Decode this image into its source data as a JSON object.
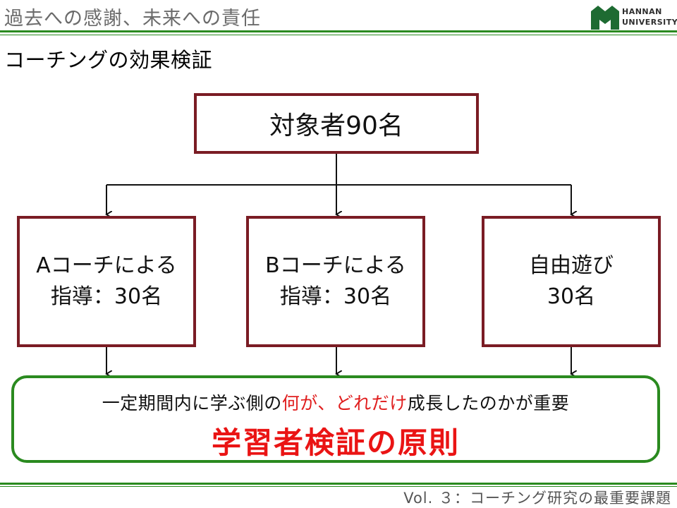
{
  "header": {
    "title": "過去への感謝、未来への責任"
  },
  "logo": {
    "line1": "HANNAN",
    "line2": "UNIVERSITY",
    "color": "#1e6b32"
  },
  "section": {
    "title": "コーチングの効果検証"
  },
  "diagram": {
    "top_box": "対象者90名",
    "box_a": {
      "line1": "Aコーチによる",
      "line2": "指導：30名"
    },
    "box_b": {
      "line1": "Bコーチによる",
      "line2": "指導：30名"
    },
    "box_c": {
      "line1": "自由遊び",
      "line2": "30名"
    }
  },
  "conclusion": {
    "line1_pre": "一定期間内に学ぶ側の",
    "line1_red1": "何が",
    "line1_sep": "、",
    "line1_red2": "どれだけ",
    "line1_post": "成長したのかが重要",
    "line2": "学習者検証の原則"
  },
  "footer": {
    "text": "Vol. ３：コーチング研究の最重要課題"
  },
  "colors": {
    "box_border": "#7a1c24",
    "green_accent": "#2a8a1f",
    "emphasis_red": "#e01e1e",
    "header_text": "#6b6b6b"
  }
}
